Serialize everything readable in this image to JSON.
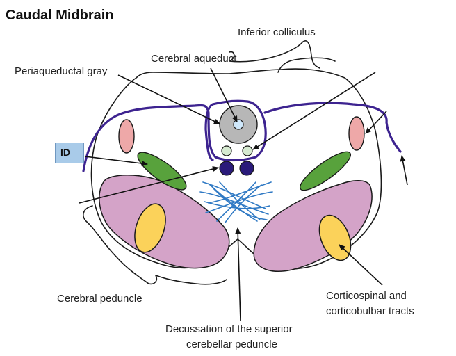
{
  "title": "Caudal Midbrain",
  "labels": {
    "inferior_colliculus": "Inferior colliculus",
    "cerebral_aqueduct": "Cerebral aqueduct",
    "periaqueductal_gray": "Periaqueductal gray",
    "cerebral_peduncle": "Cerebral peduncle",
    "corticospinal_line1": "Corticospinal and",
    "corticospinal_line2": "corticobulbar tracts",
    "decussation_line1": "Decussation of the superior",
    "decussation_line2": "cerebellar peduncle"
  },
  "id_box": "ID",
  "colors": {
    "peduncle_fill": "#d4a3c8",
    "tract_fill": "#fbd25a",
    "lemniscus_fill": "#58a23c",
    "nucleus_fill": "#eea8a8",
    "purple_line": "#3d2390",
    "gray_fill": "#b7b7b7",
    "aqueduct_fill": "#cfe8fb",
    "small_nuclei_fill": "#d6ead0",
    "decussation_stroke": "#2f79c4",
    "id_box_fill": "#a9cbe9"
  }
}
